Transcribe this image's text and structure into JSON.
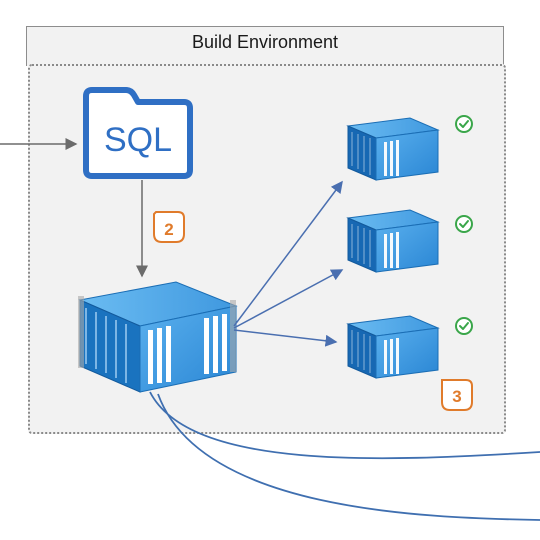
{
  "environment": {
    "title": "Build Environment"
  },
  "database": {
    "label": "SQL"
  },
  "steps": {
    "step2": "2",
    "step3": "3"
  },
  "colors": {
    "accent_blue": "#2f6fc4",
    "connector_blue": "#4a6fb0",
    "step_orange": "#e07b2b",
    "check_green": "#3aa64a",
    "container_blue": "#1b7bc7"
  },
  "icons": [
    "database-folder-icon",
    "shipping-container-icon",
    "check-circle-icon",
    "step-badge"
  ]
}
